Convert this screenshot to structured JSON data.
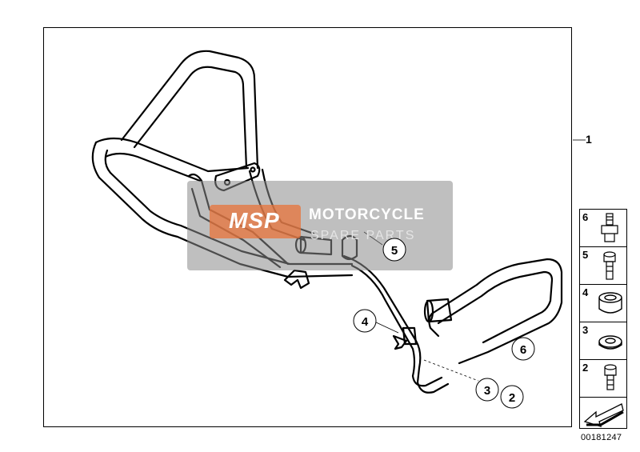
{
  "diagram": {
    "part_number_label": "1",
    "reference_number": "00181247",
    "callouts": [
      "5",
      "4",
      "3",
      "2",
      "6"
    ],
    "legend": [
      {
        "number": "6",
        "icon": "stud-bolt-icon"
      },
      {
        "number": "5",
        "icon": "hex-socket-screw-icon"
      },
      {
        "number": "4",
        "icon": "spacer-ring-icon"
      },
      {
        "number": "3",
        "icon": "washer-icon"
      },
      {
        "number": "2",
        "icon": "short-screw-icon"
      }
    ],
    "nav_icon": "arrow-back-icon"
  },
  "watermark": {
    "badge": "MSP",
    "brand": "MOTORCYCLE",
    "sub": "SPARE PARTS",
    "colors": {
      "badge": "#e8733a",
      "panel": "#8a8a8a"
    }
  }
}
